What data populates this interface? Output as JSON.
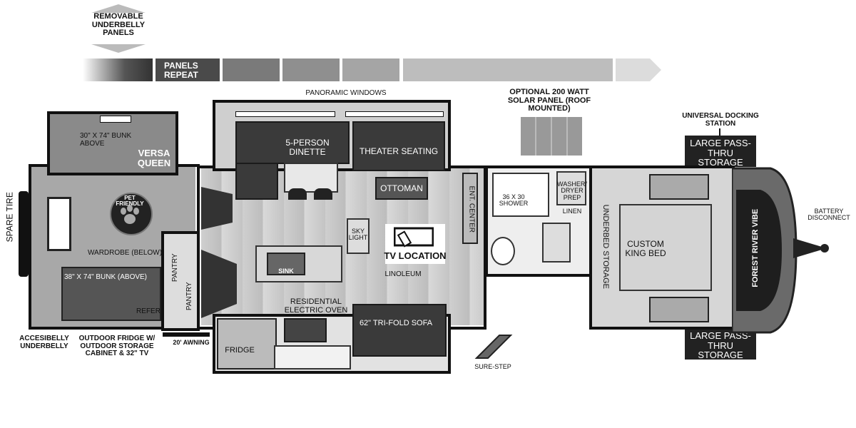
{
  "labels": {
    "removable_underbelly": "REMOVABLE UNDERBELLY PANELS",
    "panels_repeat": "PANELS REPEAT",
    "panoramic_windows": "PANORAMIC WINDOWS",
    "solar_panel": "OPTIONAL 200 WATT SOLAR PANEL (ROOF MOUNTED)",
    "universal_docking": "UNIVERSAL DOCKING STATION",
    "large_pass_thru_top": "LARGE PASS-THRU STORAGE",
    "large_pass_thru_bottom": "LARGE PASS-THRU STORAGE",
    "spare_tire": "SPARE TIRE",
    "battery_disconnect": "BATTERY DISCONNECT",
    "bunk_above_top": "30\" X 74\" BUNK ABOVE",
    "versa_queen": "VERSA QUEEN",
    "pet_friendly": "PET FRIENDLY",
    "wardrobe_below": "WARDROBE (BELOW)",
    "bunk_above_bottom": "38\" X 74\" BUNK (ABOVE)",
    "refer": "REFER",
    "pantry_1": "PANTRY",
    "pantry_2": "PANTRY",
    "dinette": "5-PERSON DINETTE",
    "theater_seating": "THEATER SEATING",
    "ottoman": "OTTOMAN",
    "ent_center": "ENT. CENTER",
    "sky_light": "SKY LIGHT",
    "tv_location": "TV LOCATION",
    "sink": "SINK",
    "linoleum": "LINOLEUM",
    "residential_oven": "RESIDENTIAL ELECTRIC OVEN",
    "sofa": "62\" TRI-FOLD SOFA",
    "fridge": "FRIDGE",
    "shower": "36 x 30 SHOWER",
    "washer_dryer": "WASHER/ DRYER PREP",
    "linen": "LINEN",
    "underbed_storage": "UNDERBED STORAGE",
    "custom_king_bed": "CUSTOM KING BED",
    "brand": "FOREST RIVER VIBE",
    "accessible_underbelly": "ACCESIBELLY UNDERBELLY",
    "outdoor_fridge": "OUTDOOR FRIDGE W/ OUTDOOR STORAGE CABINET & 32\" TV",
    "awning": "20' AWNING",
    "sure_step": "SURE-STEP"
  },
  "colors": {
    "wall": "#111111",
    "floor": "#c8c8c8",
    "furniture_dark": "#3a3a3a",
    "banner_light": "#d6d6d6"
  }
}
